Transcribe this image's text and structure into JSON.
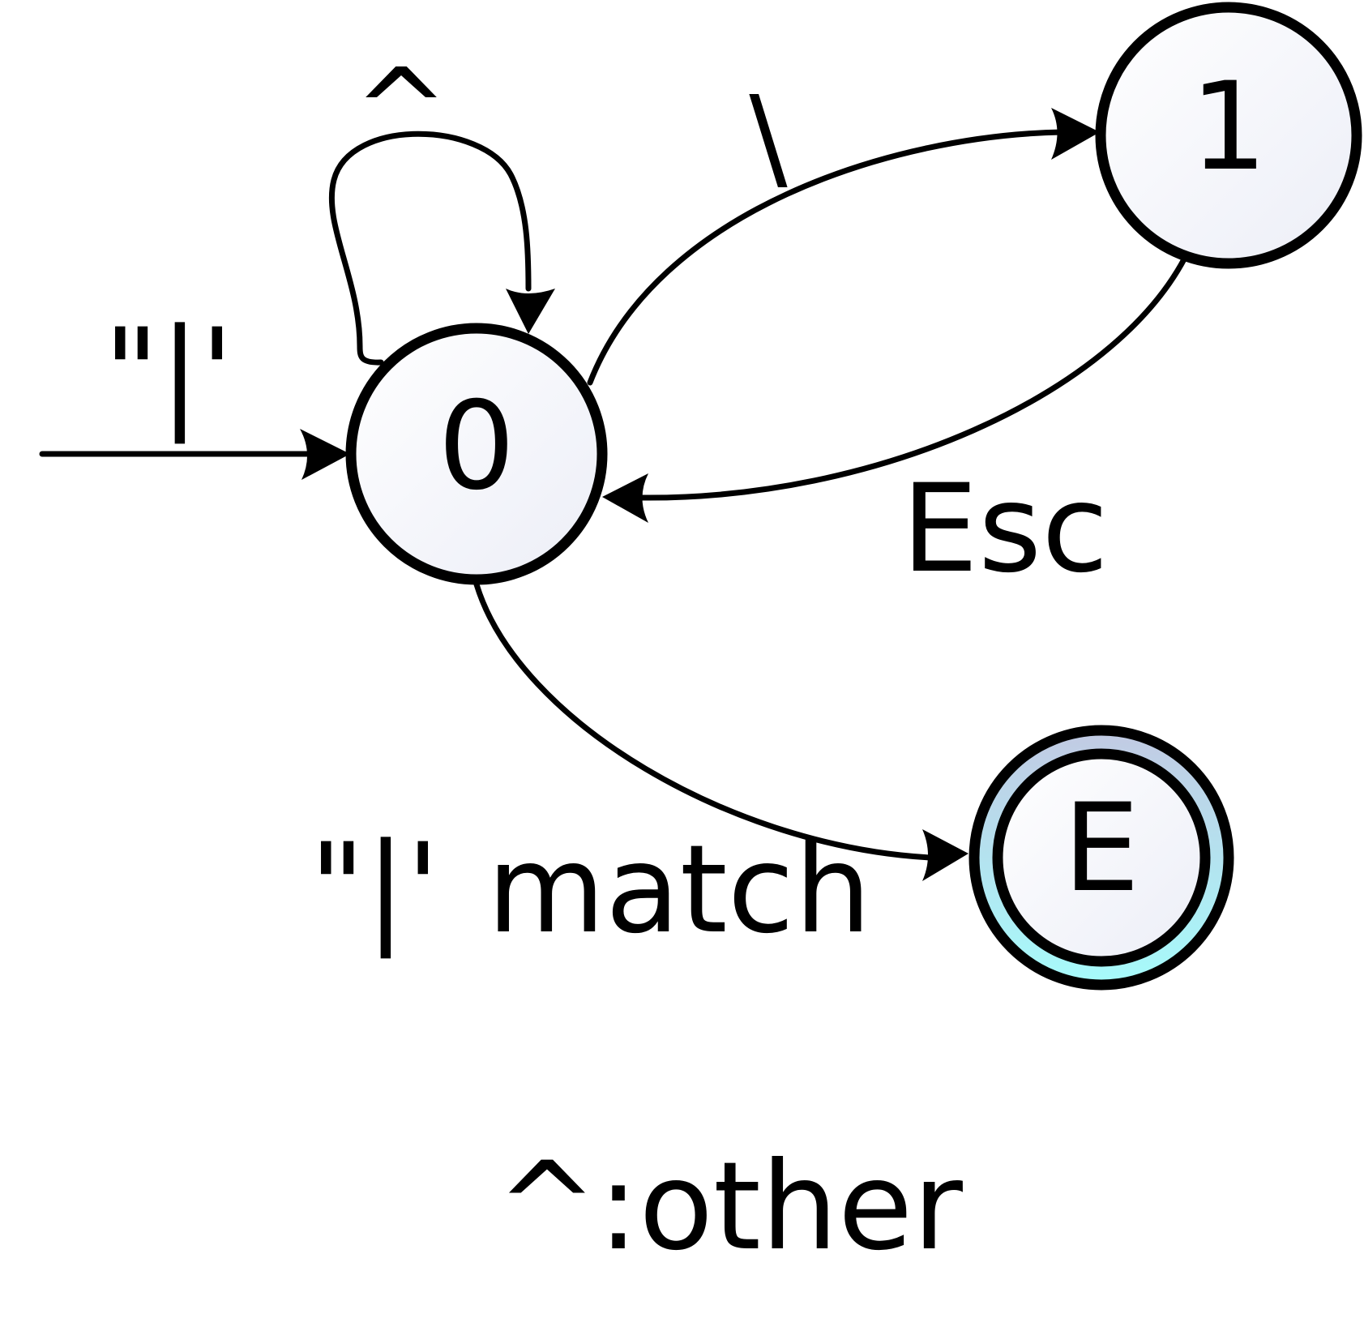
{
  "states": {
    "s0": {
      "label": "0"
    },
    "s1": {
      "label": "1"
    },
    "sE": {
      "label": "E"
    }
  },
  "edges": {
    "self_loop_0": {
      "label": "^"
    },
    "start_edge": {
      "label": "\"|'"
    },
    "edge_0_to_1": {
      "label": "\\"
    },
    "edge_1_to_0": {
      "label": "Esc"
    },
    "edge_0_to_E": {
      "label_quote": "\"|'",
      "label_match": "match"
    }
  },
  "legend": {
    "text": "^:other"
  },
  "colors": {
    "state_fill_top": "#ffffff",
    "state_fill_bottom": "#eceef7",
    "accept_ring_top": "#c2cae3",
    "accept_ring_bottom": "#a6fbfb",
    "stroke": "#000000"
  }
}
